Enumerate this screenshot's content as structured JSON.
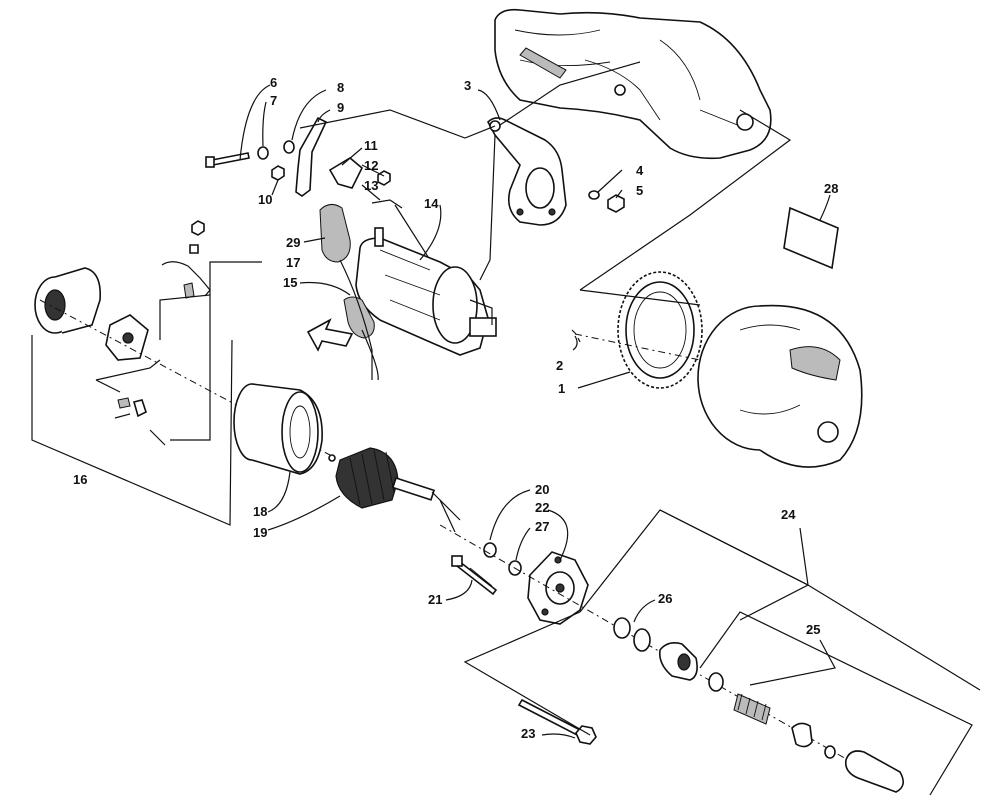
{
  "callouts": {
    "c1": "1",
    "c2": "2",
    "c3": "3",
    "c4": "4",
    "c5": "5",
    "c6": "6",
    "c7": "7",
    "c8": "8",
    "c9": "9",
    "c10": "10",
    "c11": "11",
    "c12": "12",
    "c13": "13",
    "c14": "14",
    "c15": "15",
    "c16": "16",
    "c17": "17",
    "c18": "18",
    "c19": "19",
    "c20": "20",
    "c21": "21",
    "c22": "22",
    "c23": "23",
    "c24": "24",
    "c25": "25",
    "c26": "26",
    "c27": "27",
    "c28": "28",
    "c29": "29"
  }
}
